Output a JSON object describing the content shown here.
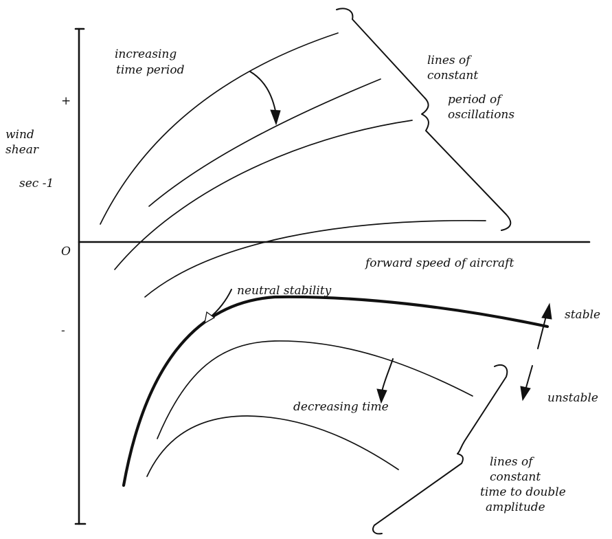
{
  "axis": {
    "y_title_line1": "wind",
    "y_title_line2": "shear",
    "y_unit": "sec -1",
    "plus": "+",
    "origin": "O",
    "minus": "-",
    "x_title": "forward speed of aircraft"
  },
  "upper": {
    "arrow_label_line1": "increasing",
    "arrow_label_line2": "time period",
    "brace_label_line1": "lines of",
    "brace_label_line2": "constant",
    "brace_label_line3": "period of",
    "brace_label_line4": "oscillations"
  },
  "lower": {
    "neutral_label": "neutral stability",
    "stable_label": "stable",
    "unstable_label": "unstable",
    "arrow_label": "decreasing time",
    "brace_label_line1": "lines of",
    "brace_label_line2": "constant",
    "brace_label_line3": "time to double",
    "brace_label_line4": "amplitude"
  }
}
